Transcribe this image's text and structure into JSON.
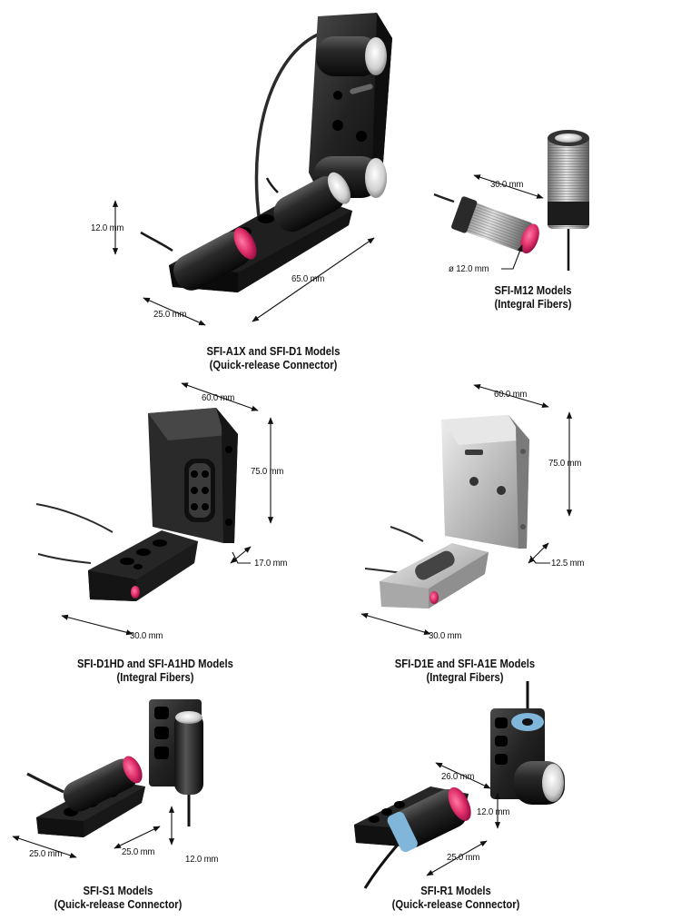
{
  "products": {
    "a1x": {
      "caption": [
        "SFI-A1X and SFI-D1 Models",
        "(Quick-release Connector)"
      ],
      "dims": {
        "height": "12.0 mm",
        "length": "65.0 mm",
        "width": "25.0 mm"
      }
    },
    "m12": {
      "caption": [
        "SFI-M12 Models",
        "(Integral Fibers)"
      ],
      "dims": {
        "length": "30.0 mm",
        "diameter": "ø 12.0 mm"
      }
    },
    "d1hd": {
      "caption": [
        "SFI-D1HD and SFI-A1HD Models",
        "(Integral Fibers)"
      ],
      "dims": {
        "width": "60.0 mm",
        "height": "75.0 mm",
        "depth": "17.0 mm",
        "base": "30.0 mm"
      }
    },
    "d1e": {
      "caption": [
        "SFI-D1E and SFI-A1E  Models",
        "(Integral Fibers)"
      ],
      "dims": {
        "width": "60.0 mm",
        "height": "75.0 mm",
        "depth": "12.5 mm",
        "base": "30.0 mm"
      }
    },
    "s1": {
      "caption": [
        "SFI-S1 Models",
        "(Quick-release Connector)"
      ],
      "dims": {
        "width": "25.0 mm",
        "length": "25.0 mm",
        "height": "12.0 mm"
      }
    },
    "r1": {
      "caption": [
        "SFI-R1 Models",
        "(Quick-release Connector)"
      ],
      "dims": {
        "length": "26.0 mm",
        "height": "12.0 mm",
        "width": "25.0 mm"
      }
    }
  },
  "icons": {
    "dimension_arrow": "double-headed-arrow",
    "lens": "pink-lens-icon",
    "fiber_cable": "fiber-cable"
  },
  "colors": {
    "housing_dark": "#1c1c1c",
    "housing_steel": "#c9c9c9",
    "lens_pink": "#e0306a",
    "label_blue": "#7fb6d9",
    "text": "#111111"
  }
}
